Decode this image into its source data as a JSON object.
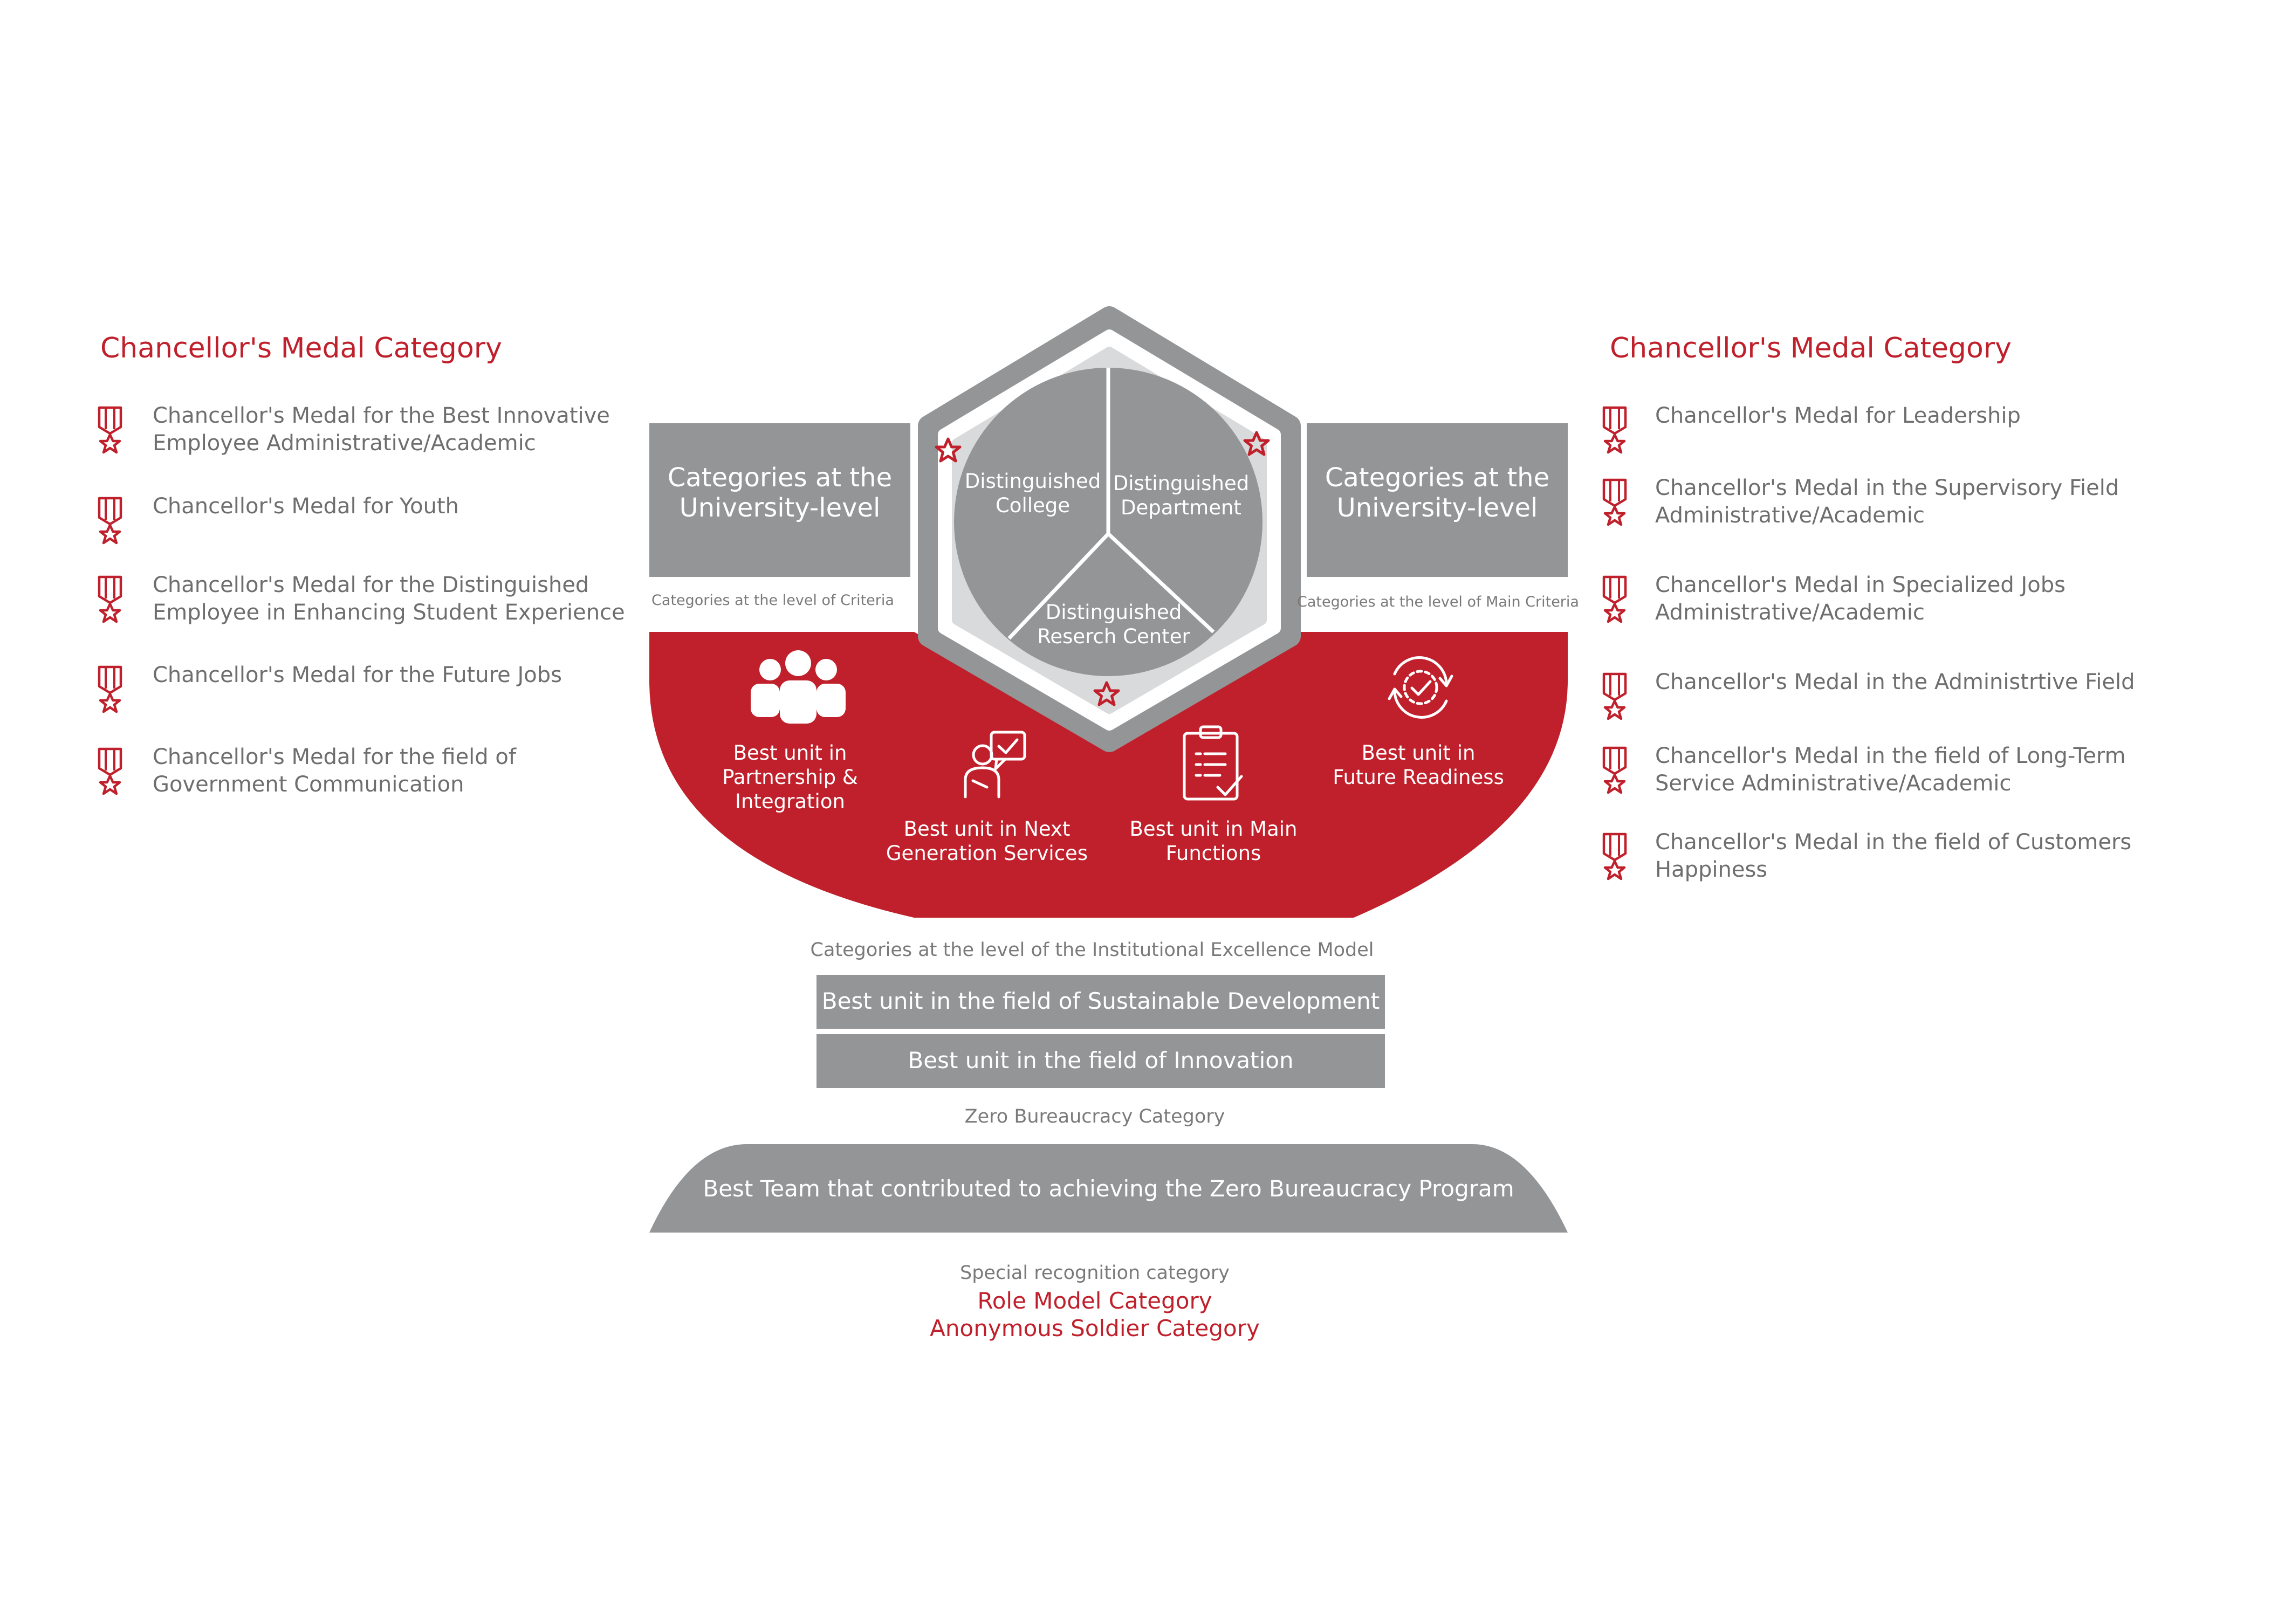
{
  "left_panel": {
    "heading": "Chancellor's Medal Category",
    "items": [
      {
        "label": "Chancellor's Medal for the Best Innovative\nEmployee Administrative/Academic"
      },
      {
        "label": "Chancellor's Medal for Youth"
      },
      {
        "label": "Chancellor's Medal for the Distinguished\nEmployee in Enhancing Student Experience"
      },
      {
        "label": "Chancellor's Medal for the Future Jobs"
      },
      {
        "label": "Chancellor's Medal for the field of\nGovernment Communication"
      }
    ]
  },
  "right_panel": {
    "heading": "Chancellor's Medal Category",
    "items": [
      {
        "label": "Chancellor's Medal for Leadership"
      },
      {
        "label": "Chancellor's Medal in the Supervisory Field\nAdministrative/Academic"
      },
      {
        "label": "Chancellor's Medal in Specialized Jobs\nAdministrative/Academic"
      },
      {
        "label": "Chancellor's Medal in the Administrtive Field"
      },
      {
        "label": "Chancellor's Medal  in the field of Long-Term\nService Administrative/Academic"
      },
      {
        "label": "Chancellor's Medal  in the field of Customers\nHappiness"
      }
    ]
  },
  "university_boxes": {
    "left_label": "Categories at the\nUniversity-level",
    "left_caption": "Categories at the level of Criteria",
    "right_label": "Categories at the\nUniversity-level",
    "right_caption": "Categories at the level of Main Criteria"
  },
  "wheel": {
    "segments": [
      {
        "label": "Distinguished\nCollege"
      },
      {
        "label": "Distinguished\nDepartment"
      },
      {
        "label": "Distinguished\nReserch Center"
      }
    ]
  },
  "criteria": {
    "items": [
      {
        "label": "Best unit in\nPartnership &\nIntegration",
        "icon": "team-icon"
      },
      {
        "label": "Best unit in Next\nGeneration Services",
        "icon": "service-agent-icon"
      },
      {
        "label": "Best unit in Main\nFunctions",
        "icon": "clipboard-check-icon"
      },
      {
        "label": "Best unit in\nFuture Readiness",
        "icon": "refresh-check-icon"
      }
    ]
  },
  "excellence_model": {
    "caption": "Categories at the level of the Institutional Excellence Model",
    "bars": [
      {
        "label": "Best unit in the field of Sustainable Development"
      },
      {
        "label": "Best unit in the field of Innovation"
      }
    ]
  },
  "zero_bureaucracy": {
    "caption": "Zero Bureaucracy Category",
    "label": "Best Team that contributed to achieving the Zero Bureaucracy Program"
  },
  "special": {
    "caption": "Special recognition category",
    "items": [
      {
        "label": "Role Model Category"
      },
      {
        "label": "Anonymous Soldier Category"
      }
    ]
  },
  "colors": {
    "accent_red": "#c0202b",
    "gray": "#939597",
    "text_gray": "#6e6e6e",
    "white": "#ffffff"
  }
}
